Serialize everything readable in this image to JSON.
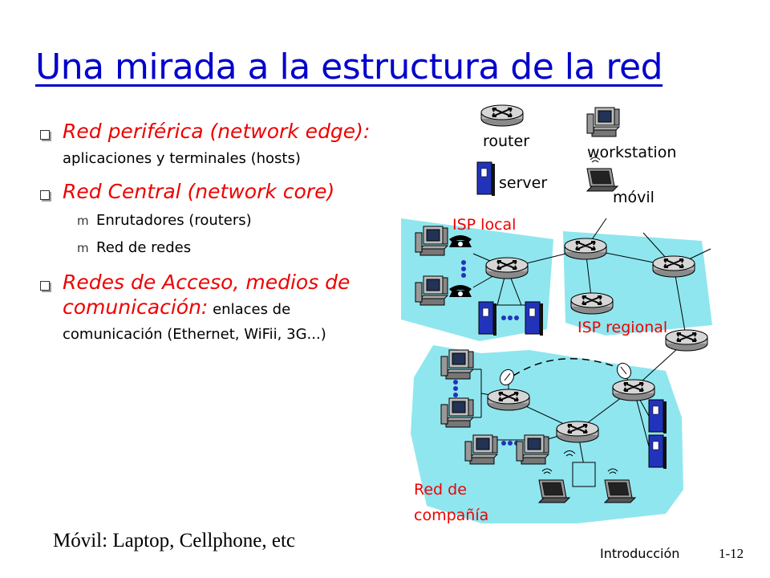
{
  "slide": {
    "title": "Una mirada a la estructura de la red",
    "bullets": [
      {
        "emph": "Red periférica (network edge):",
        "text": " aplicaciones y terminales (hosts)"
      },
      {
        "emph": "Red Central (network core)",
        "text": "",
        "subs": [
          "Enrutadores (routers)",
          "Red de redes"
        ]
      },
      {
        "emph": "Redes de Acceso, medios de comunicación:",
        "text": " enlaces de comunicación (Ethernet, WiFii, 3G...)"
      }
    ],
    "note": "Móvil: Laptop, Cellphone, etc",
    "footer": "Introducción",
    "page_number": "1-12"
  },
  "legend": {
    "router": "router",
    "workstation": "workstation",
    "server": "server",
    "mobile": "móvil"
  },
  "regions": {
    "local_isp": "ISP local",
    "regional_isp": "ISP regional",
    "company_line1": "Red de",
    "company_line2": "compañía"
  },
  "colors": {
    "title": "#0000cc",
    "emphasis": "#ee0000",
    "region_fill": "#8fe6ef",
    "label": "#ee0000",
    "router_fill": "#c0c0c0",
    "server_fill": "#2233bb"
  }
}
